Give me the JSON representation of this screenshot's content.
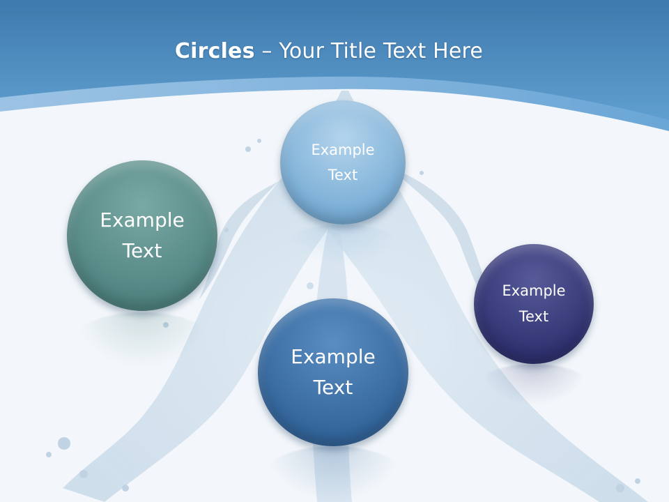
{
  "title": {
    "bold": "Circles",
    "rest": " – Your Title Text Here"
  },
  "circles": [
    {
      "label": "Example\nText",
      "color_top": "#6e9e9a",
      "color_bottom": "#4f827f"
    },
    {
      "label": "Example\nText",
      "color_top": "#a7cbe6",
      "color_bottom": "#6fa5cf"
    },
    {
      "label": "Example\nText",
      "color_top": "#4b7fb5",
      "color_bottom": "#2d5e93"
    },
    {
      "label": "Example\nText",
      "color_top": "#4a4d8a",
      "color_bottom": "#2b2c66"
    }
  ],
  "colors": {
    "header": "#4c8cc0",
    "header_light": "#7cb1da",
    "background": "#f3f7fb",
    "splash": "#b8cfe2"
  }
}
